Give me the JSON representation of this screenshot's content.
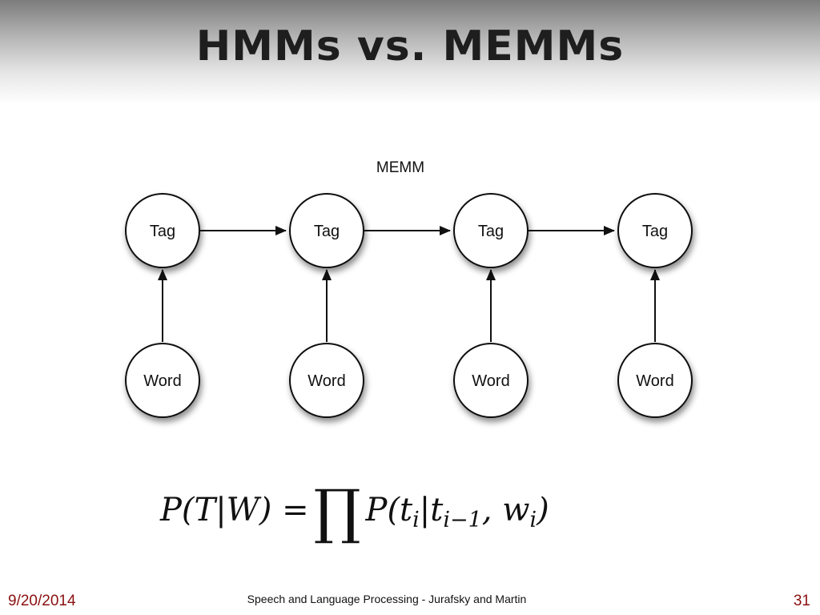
{
  "slide": {
    "title": "HMMs vs. MEMMs"
  },
  "diagram": {
    "label": "MEMM",
    "tag_nodes": [
      "Tag",
      "Tag",
      "Tag",
      "Tag"
    ],
    "word_nodes": [
      "Word",
      "Word",
      "Word",
      "Word"
    ],
    "edges": [
      {
        "from": "tag-1",
        "to": "tag-2"
      },
      {
        "from": "tag-2",
        "to": "tag-3"
      },
      {
        "from": "tag-3",
        "to": "tag-4"
      },
      {
        "from": "word-1",
        "to": "tag-1"
      },
      {
        "from": "word-2",
        "to": "tag-2"
      },
      {
        "from": "word-3",
        "to": "tag-3"
      },
      {
        "from": "word-4",
        "to": "tag-4"
      }
    ]
  },
  "formula": {
    "text": "P(T|W) = ∏ P(t_i|t_{i−1}, w_i)",
    "lhs": "P(T|W) =",
    "product": "∏",
    "rhs_prefix": "P(t",
    "sub_i": "i",
    "bar": "|t",
    "sub_prev": "i−1",
    "comma": ", w",
    "close": ")"
  },
  "footer": {
    "date": "9/20/2014",
    "center": "Speech and Language Processing - Jurafsky and Martin",
    "page": "31"
  }
}
